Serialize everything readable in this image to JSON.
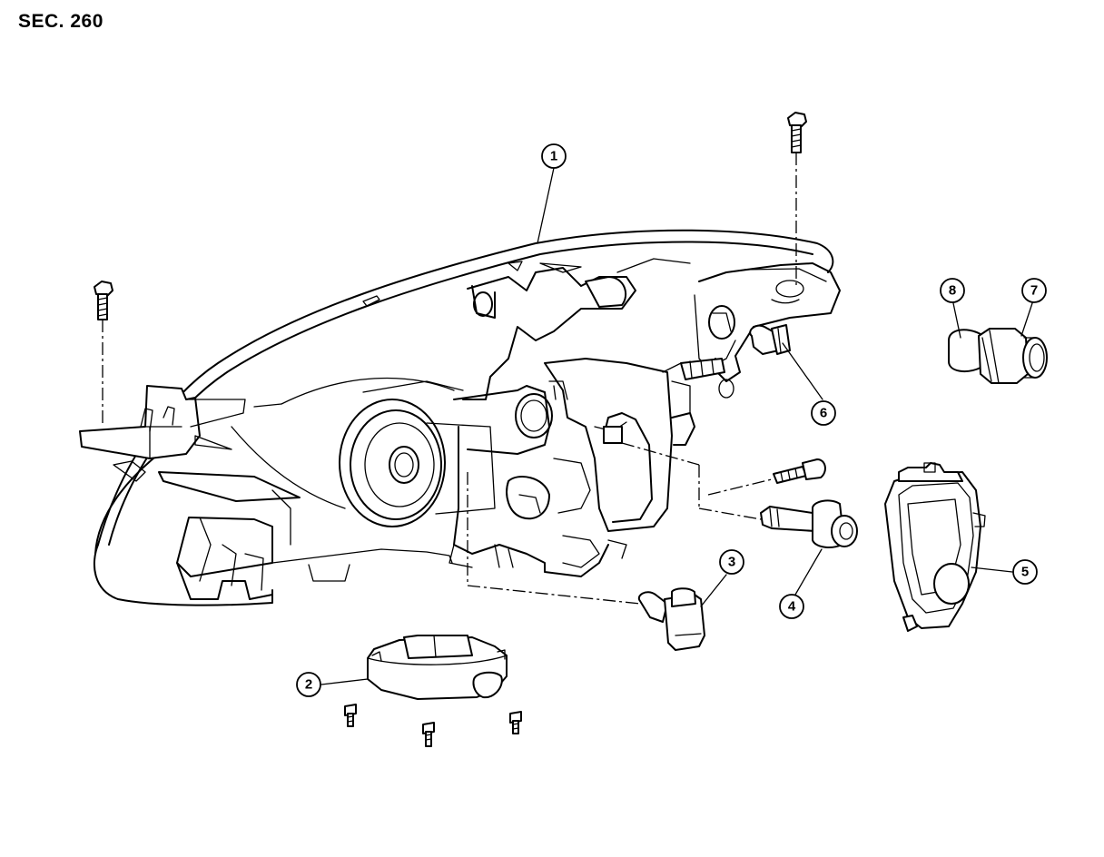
{
  "section_label": "SEC. 260",
  "callouts": [
    {
      "id": "1",
      "label": "1"
    },
    {
      "id": "2",
      "label": "2"
    },
    {
      "id": "3",
      "label": "3"
    },
    {
      "id": "4",
      "label": "4"
    },
    {
      "id": "5",
      "label": "5"
    },
    {
      "id": "6",
      "label": "6"
    },
    {
      "id": "7",
      "label": "7"
    },
    {
      "id": "8",
      "label": "8"
    }
  ]
}
